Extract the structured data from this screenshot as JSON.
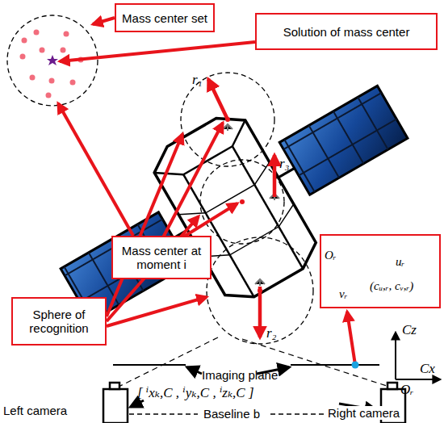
{
  "diagram": {
    "nodes": [
      {
        "text": [
          "Mass center set"
        ]
      },
      {
        "text": [
          "Solution of mass center"
        ]
      },
      {
        "text": [
          "Mass center at moment i"
        ]
      },
      {
        "text": [
          "Sphere of recognition"
        ]
      },
      {
        "text": [
          "Oᵣ",
          "uᵣ",
          "vᵣ",
          "(cᵤ,ᵣ, cᵥ,ᵣ)"
        ]
      }
    ],
    "edges": [],
    "labels": [
      "r₁",
      "r₃",
      "r₂",
      "Imaging plane",
      "Cz",
      "Oᵣ",
      "Cx",
      "[ ⁱxₖ,C , ⁱyₖ,C , ⁱzₖ,C ]",
      "Baseline b",
      "Left camera",
      "Right camera"
    ]
  }
}
